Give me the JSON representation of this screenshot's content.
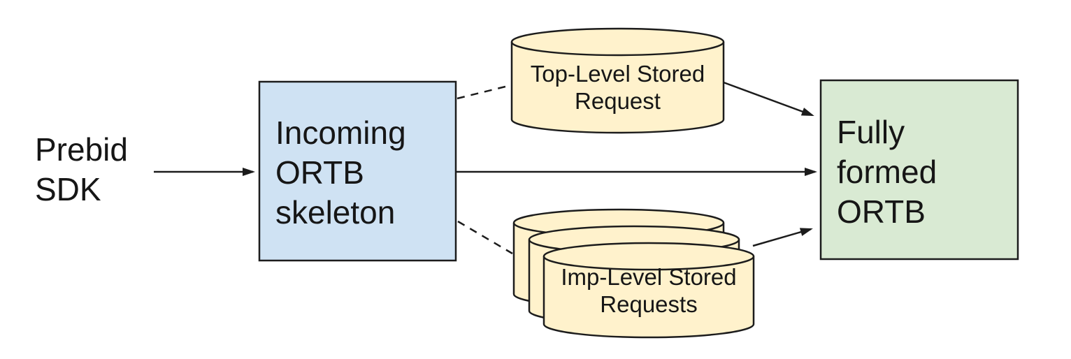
{
  "diagram": {
    "nodes": {
      "prebid_sdk": {
        "label": "Prebid\nSDK",
        "type": "text"
      },
      "incoming_ortb": {
        "label": "Incoming\nORTB\nskeleton",
        "type": "box",
        "fill": "#cfe2f3"
      },
      "top_level_stored": {
        "label": "Top-Level Stored\nRequest",
        "type": "cylinder",
        "fill": "#fff2cc"
      },
      "imp_level_stored": {
        "label": "Imp-Level Stored\nRequests",
        "type": "cylinder-stack",
        "count": 3,
        "fill": "#fff2cc"
      },
      "fully_formed": {
        "label": "Fully\nformed\nORTB",
        "type": "box",
        "fill": "#d9ead3"
      }
    },
    "edges": [
      {
        "from": "prebid_sdk",
        "to": "incoming_ortb",
        "style": "solid-arrow"
      },
      {
        "from": "incoming_ortb",
        "to": "top_level_stored",
        "style": "dashed-line"
      },
      {
        "from": "incoming_ortb",
        "to": "fully_formed",
        "style": "solid-arrow"
      },
      {
        "from": "incoming_ortb",
        "to": "imp_level_stored",
        "style": "dashed-line"
      },
      {
        "from": "top_level_stored",
        "to": "fully_formed",
        "style": "solid-arrow"
      },
      {
        "from": "imp_level_stored",
        "to": "fully_formed",
        "style": "solid-arrow"
      }
    ],
    "colors": {
      "box_blue": "#cfe2f3",
      "box_green": "#d9ead3",
      "cylinder_cream": "#fff2cc",
      "stroke": "#1c1c1c",
      "text": "#161616",
      "background": "#ffffff"
    }
  }
}
